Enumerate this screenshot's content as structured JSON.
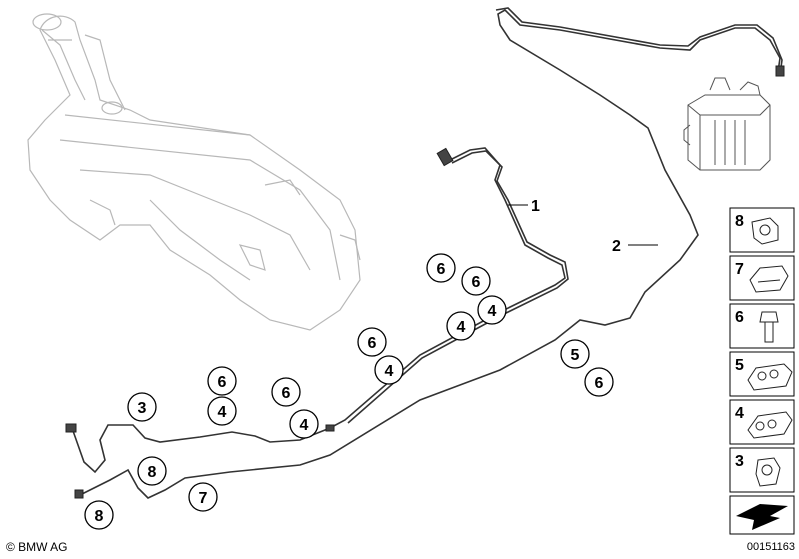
{
  "callouts": {
    "pipe1": "1",
    "pipe2": "2"
  },
  "markers": [
    {
      "id": "m6a",
      "label": "6"
    },
    {
      "id": "m6b",
      "label": "6"
    },
    {
      "id": "m4a",
      "label": "4"
    },
    {
      "id": "m4b",
      "label": "4"
    },
    {
      "id": "m6c",
      "label": "6"
    },
    {
      "id": "m4c",
      "label": "4"
    },
    {
      "id": "m6d",
      "label": "6"
    },
    {
      "id": "m4d",
      "label": "4"
    },
    {
      "id": "m6e",
      "label": "6"
    },
    {
      "id": "m4e",
      "label": "4"
    },
    {
      "id": "m3",
      "label": "3"
    },
    {
      "id": "m8a",
      "label": "8"
    },
    {
      "id": "m7",
      "label": "7"
    },
    {
      "id": "m8b",
      "label": "8"
    },
    {
      "id": "m5",
      "label": "5"
    },
    {
      "id": "m6f",
      "label": "6"
    }
  ],
  "sidebar": [
    {
      "number": "8",
      "icon": "clip-holder-icon"
    },
    {
      "number": "7",
      "icon": "double-clip-icon"
    },
    {
      "number": "6",
      "icon": "bolt-icon"
    },
    {
      "number": "5",
      "icon": "multi-pipe-clip-icon"
    },
    {
      "number": "4",
      "icon": "triple-pipe-clip-icon"
    },
    {
      "number": "3",
      "icon": "single-clip-icon"
    }
  ],
  "footer": {
    "copyright": "© BMW AG",
    "diagram_id": "00151163"
  }
}
